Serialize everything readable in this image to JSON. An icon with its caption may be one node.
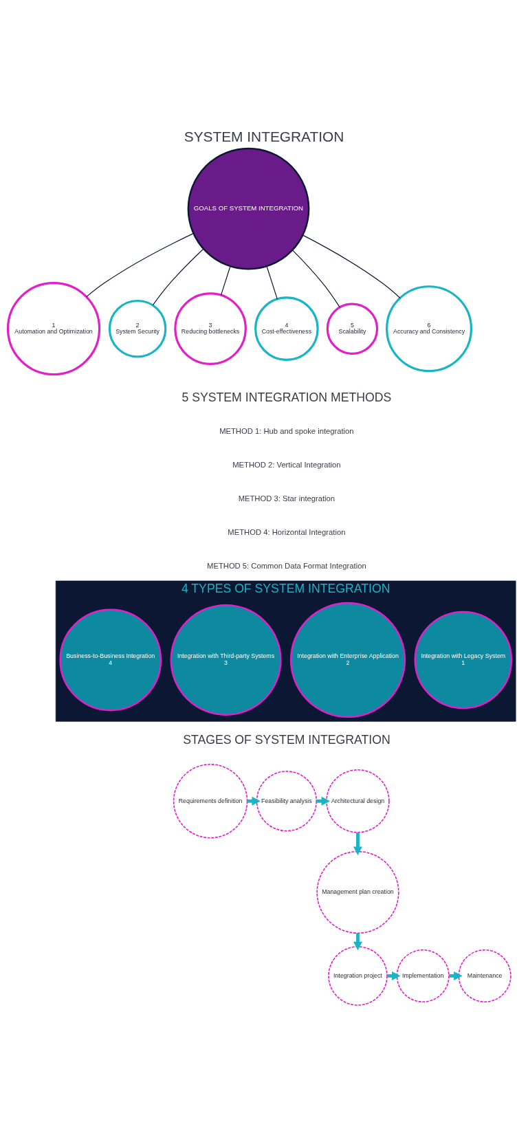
{
  "diagram": {
    "title": "SYSTEM INTEGRATION",
    "nodes": [
      {
        "text": [
          "GOALS OF SYSTEM INTEGRATION"
        ]
      },
      {
        "text": [
          "1",
          "Automation and Optimization"
        ]
      },
      {
        "text": [
          "2",
          "System Security"
        ]
      },
      {
        "text": [
          "3",
          "Reducing bottlenecks"
        ]
      },
      {
        "text": [
          "4",
          "Cost-effectiveness"
        ]
      },
      {
        "text": [
          "5",
          "Scalability"
        ]
      },
      {
        "text": [
          "6",
          "Accuracy and Consistency"
        ]
      },
      {
        "text": [
          "4 TYPES OF SYSTEM INTEGRATION"
        ]
      },
      {
        "text": [
          "Integration with Legacy System",
          "1"
        ],
        "in": 7
      },
      {
        "text": [
          "Integration with Enterprise Application",
          "2"
        ],
        "in": 7
      },
      {
        "text": [
          "Integration with Third-party Systems",
          "3"
        ],
        "in": 7
      },
      {
        "text": [
          "Business-to-Business Integration",
          "4"
        ],
        "in": 7
      },
      {
        "text": [
          "Requirements definition"
        ]
      },
      {
        "text": [
          "Feasibility analysis"
        ]
      },
      {
        "text": [
          "Architectural design"
        ]
      },
      {
        "text": [
          "Management plan creation"
        ]
      },
      {
        "text": [
          "Integration project"
        ]
      },
      {
        "text": [
          "Implementation"
        ]
      },
      {
        "text": [
          "Maintenance"
        ]
      }
    ],
    "edges": [
      {
        "from": 0,
        "to": 1,
        "arrow": "none"
      },
      {
        "from": 0,
        "to": 2,
        "arrow": "none"
      },
      {
        "from": 0,
        "to": 3,
        "arrow": "none"
      },
      {
        "from": 0,
        "to": 4,
        "arrow": "none"
      },
      {
        "from": 0,
        "to": 5,
        "arrow": "none"
      },
      {
        "from": 0,
        "to": 6,
        "arrow": "none"
      },
      {
        "from": 12,
        "to": 13,
        "arrow": "to",
        "style": "thick",
        "color": "#19b5c4"
      },
      {
        "from": 13,
        "to": 14,
        "arrow": "to",
        "style": "thick",
        "color": "#19b5c4"
      },
      {
        "from": 14,
        "to": 15,
        "arrow": "to",
        "style": "thick",
        "color": "#19b5c4"
      },
      {
        "from": 15,
        "to": 16,
        "arrow": "to",
        "style": "thick",
        "color": "#19b5c4"
      },
      {
        "from": 16,
        "to": 17,
        "arrow": "to",
        "style": "thick",
        "color": "#19b5c4"
      },
      {
        "from": 17,
        "to": 18,
        "arrow": "to",
        "style": "thick",
        "color": "#19b5c4"
      }
    ],
    "labels": [
      "5 SYSTEM INTEGRATION METHODS",
      "METHOD 1: Hub and spoke integration",
      "METHOD 2: Vertical Integration",
      "METHOD 3: Star integration",
      "METHOD 4: Horizontal Integration",
      "METHOD 5: Common Data Format Integration",
      "STAGES OF SYSTEM INTEGRATION"
    ]
  }
}
